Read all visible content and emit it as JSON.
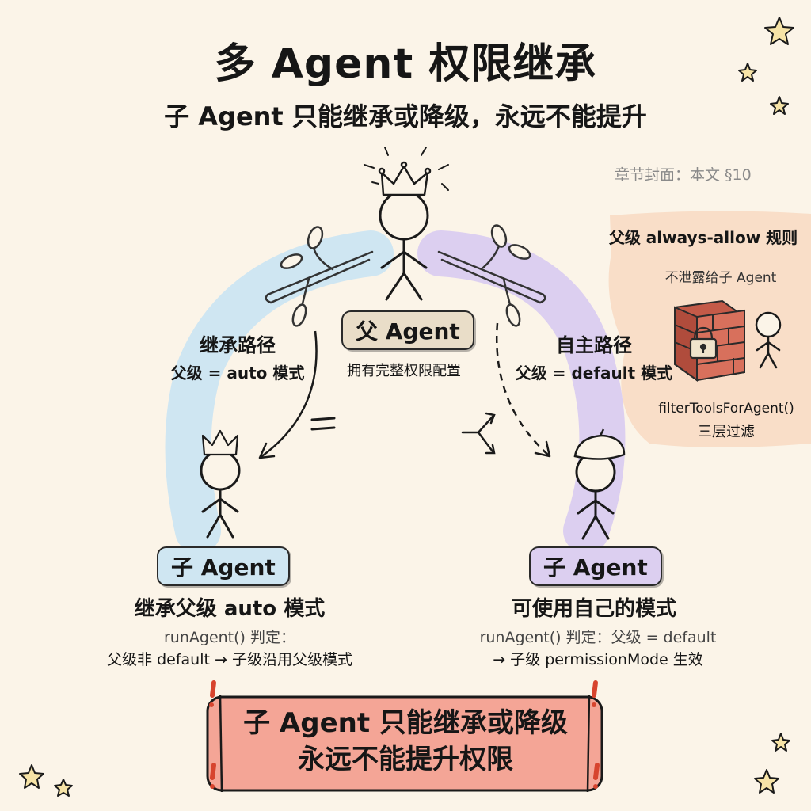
{
  "header": {
    "title": "多 Agent 权限继承",
    "subtitle": "子 Agent 只能继承或降级，永远不能提升",
    "chapter": "章节封面：本文 §10"
  },
  "parent": {
    "label": "父 Agent",
    "description": "拥有完整权限配置"
  },
  "inherit_path": {
    "title": "继承路径",
    "subtitle": "父级 = auto 模式"
  },
  "autonomous_path": {
    "title": "自主路径",
    "subtitle": "父级 = default 模式"
  },
  "child_left": {
    "label": "子 Agent",
    "caption": "继承父级 auto 模式",
    "note_line1": "runAgent() 判定：",
    "note_line2": "父级非 default → 子级沿用父级模式"
  },
  "child_right": {
    "label": "子 Agent",
    "caption": "可使用自己的模式",
    "note_line1": "runAgent() 判定：父级 = default",
    "note_line2": "→ 子级 permissionMode 生效"
  },
  "side_panel": {
    "title": "父级 always-allow 规则",
    "note": "不泄露给子 Agent",
    "filter_function": "filterToolsForAgent()",
    "filter_description": "三层过滤"
  },
  "banner": {
    "line1": "子 Agent 只能继承或降级",
    "line2": "永远不能提升权限"
  },
  "colors": {
    "background": "#fbf4e8",
    "inherit_path": "#cfe6f2",
    "autonomous_path": "#dccff0",
    "side_panel": "#f8dcc4",
    "banner": "#f4a596",
    "brick_wall": "#c45a48"
  },
  "icons": [
    "crown-icon",
    "beret-icon",
    "branch-icon",
    "brick-wall-icon",
    "padlock-icon",
    "star-icon",
    "fork-arrow-icon",
    "equals-sign-icon"
  ]
}
